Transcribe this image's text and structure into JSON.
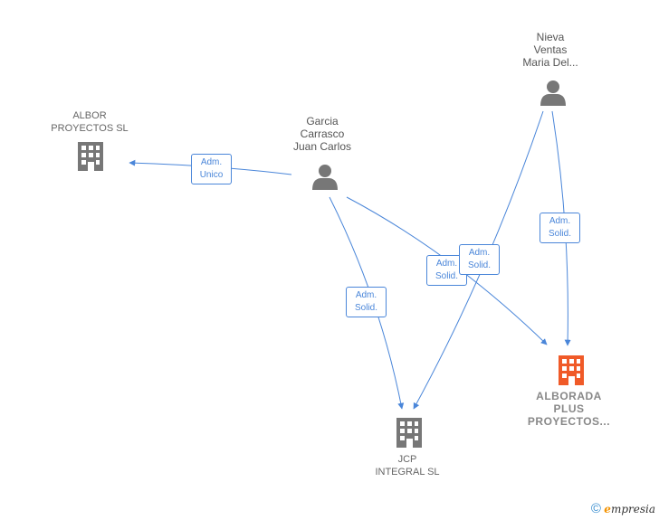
{
  "nodes": {
    "albor": {
      "label": "ALBOR\nPROYECTOS SL",
      "type": "company"
    },
    "garcia": {
      "label": "Garcia\nCarrasco\nJuan Carlos",
      "type": "person"
    },
    "nieva": {
      "label": "Nieva\nVentas\nMaria Del...",
      "type": "person"
    },
    "jcp": {
      "label": "JCP\nINTEGRAL SL",
      "type": "company"
    },
    "alborada": {
      "label": "ALBORADA\nPLUS\nPROYECTOS...",
      "type": "company",
      "highlight": true
    }
  },
  "edges": {
    "garcia_albor": "Adm.\nUnico",
    "garcia_jcp": "Adm.\nSolid.",
    "garcia_alborada": "Adm.\nSolid.",
    "nieva_jcp": "Adm.\nSolid.",
    "nieva_alborada": "Adm.\nSolid."
  },
  "colors": {
    "edge": "#4a86d9",
    "node_gray": "#777777",
    "node_highlight": "#f05a28"
  },
  "footer": {
    "copyright_symbol": "©",
    "brand_initial": "e",
    "brand_rest": "mpresia"
  }
}
